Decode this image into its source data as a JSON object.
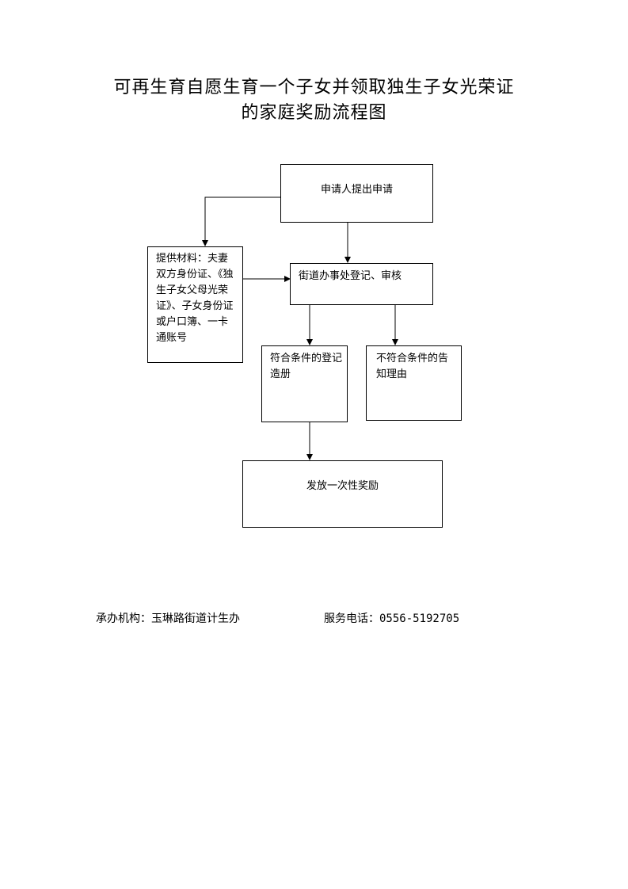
{
  "title": {
    "line1": "可再生育自愿生育一个子女并领取独生子女光荣证",
    "line2": "的家庭奖励流程图"
  },
  "flow": {
    "apply": "申请人提出申请",
    "materials": "提供材料：夫妻双方身份证、《独生子女父母光荣证》、子女身份证或户口簿、一卡通账号",
    "review": "街道办事处登记、审核",
    "eligible": "符合条件的登记造册",
    "ineligible": "不符合条件的告知理由",
    "reward": "发放一次性奖励"
  },
  "footer": {
    "organizer": "承办机构：玉琳路街道计生办",
    "phone": "服务电话：0556-5192705"
  }
}
